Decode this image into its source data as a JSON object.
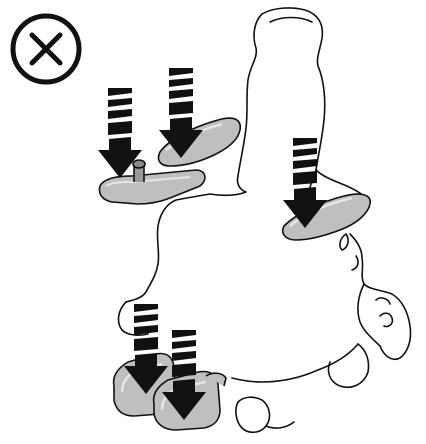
{
  "figure": {
    "status_icon": "prohibited-icon",
    "arrow_icon": "downward-pressure-arrow-icon",
    "parts": [
      "joystick-armrest",
      "left-armrest",
      "right-armrest",
      "left-footplate",
      "right-footplate"
    ]
  },
  "colors": {
    "outline": "#111111",
    "part_fill": "#bfbfbf",
    "part_highlight": "#dcdcdc",
    "background": "#ffffff"
  }
}
